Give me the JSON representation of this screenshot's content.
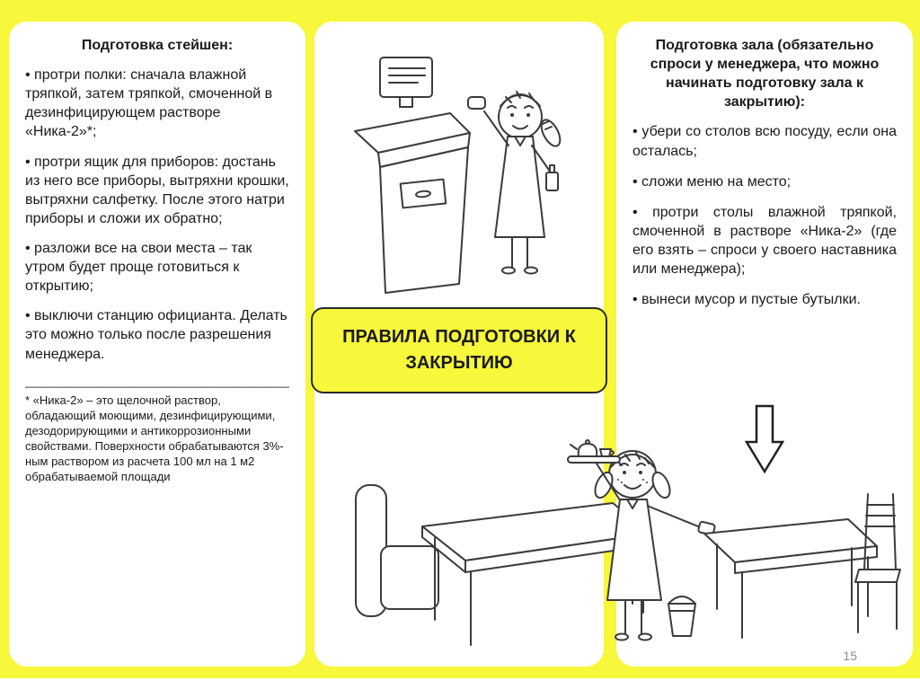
{
  "slide": {
    "page_number": "15"
  },
  "colors": {
    "background": "#F7F73B",
    "panel": "#FFFFFF",
    "text": "#1A1A1A",
    "title_box_border": "#2B2B2B",
    "page_number": "#8C8C8C"
  },
  "left_panel": {
    "title": "Подготовка стейшен:",
    "bullets": [
      "протри полки: сначала влажной тряпкой, затем тряпкой, смоченной в дезинфицирующем растворе «Ника-2»*;",
      "протри ящик для приборов: достань из него все приборы, вытряхни крошки, вытряхни салфетку. После этого натри приборы и сложи их обратно;",
      "разложи все на свои места – так утром будет проще готовиться к открытию;",
      "выключи станцию официанта. Делать это можно только после разрешения менеджера."
    ],
    "divider": "___________________________________________",
    "footnote": "* «Ника-2» – это щелочной раствор, обладающий моющими, дезинфицирующими, дезодорирующими и антикоррозионными свойствами. Поверхности обрабатываются 3%-ным раствором из расчета 100 мл на 1 м2 обрабатываемой площади"
  },
  "center_panel": {
    "title": "ПРАВИЛА ПОДГОТОВКИ К ЗАКРЫТИЮ",
    "illustrations": {
      "top_illustration": "waitress-wiping-pos-station",
      "bottom_illustration": "waitress-clearing-dining-tables",
      "arrow_icon": "down-arrow"
    }
  },
  "right_panel": {
    "title": "Подготовка зала (обязательно спроси у менеджера, что можно начинать подготовку зала к закрытию):",
    "bullets": [
      "убери со столов всю посуду, если она осталась;",
      "сложи меню на место;",
      "протри столы влажной тряпкой, смоченной в растворе «Ника-2» (где его взять – спроси у своего наставника или менеджера);",
      "вынеси мусор и пустые бутылки."
    ]
  }
}
